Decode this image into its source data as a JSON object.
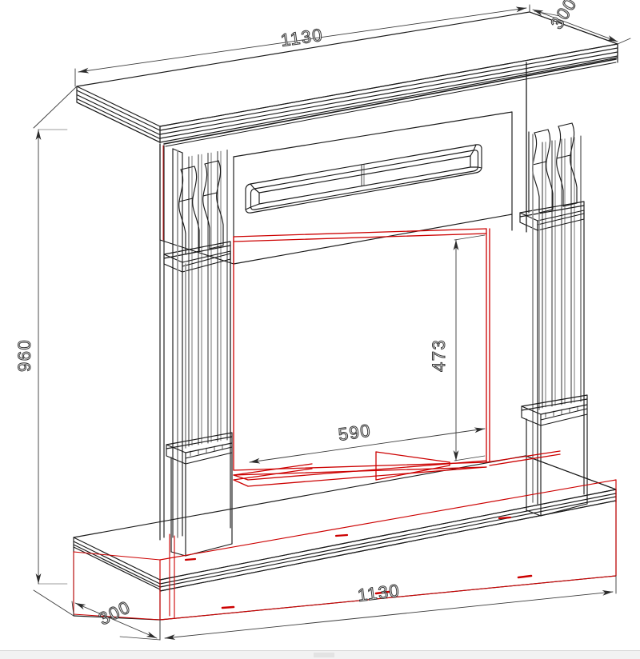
{
  "drawing": {
    "title": "Fireplace Mantel Surround",
    "type": "isometric-technical-drawing",
    "units": "mm",
    "background_color": "#ffffff",
    "line_color": "#1a1a1a",
    "hidden_line_color": "#cc0000",
    "dimension_text_color": "#2b2b2b"
  },
  "dimensions": {
    "top_width": "1130",
    "top_depth": "300",
    "overall_height": "960",
    "opening_height": "473",
    "opening_width": "590",
    "base_width": "1130",
    "base_depth": "300"
  },
  "labels": {
    "top_width": "1130",
    "top_depth": "300",
    "height": "960",
    "opening_height": "473",
    "opening_width": "590",
    "bottom_width": "1130",
    "bottom_depth": "300"
  },
  "parts": {
    "mantel_shelf": "mantel-shelf",
    "frieze_panel": "frieze-panel",
    "left_corbel": "left-corbel",
    "right_corbel": "right-corbel",
    "left_pilaster": "left-fluted-pilaster",
    "right_pilaster": "right-fluted-pilaster",
    "left_plinth": "left-plinth-block",
    "right_plinth": "right-plinth-block",
    "base_molding": "base-molding",
    "firebox_opening": "firebox-opening"
  }
}
